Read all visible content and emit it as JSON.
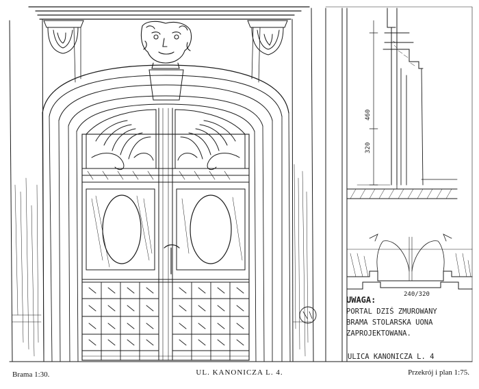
{
  "note": {
    "heading": "UWAGA:",
    "lines": [
      "PORTAL DZIŚ ZMUROWANY",
      "BRAMA STOLARSKA UONA",
      "ZAPROJEKTOWANA."
    ]
  },
  "street_sign": "ULICA KANONICZA L. 4",
  "dimensions": {
    "height_total": "460",
    "height_door": "320",
    "plan_width": "240/320"
  },
  "captions": {
    "left": "Brama 1:30.",
    "center": "UL. KANONICZA L. 4.",
    "right": "Przekrój i plan 1:75."
  }
}
